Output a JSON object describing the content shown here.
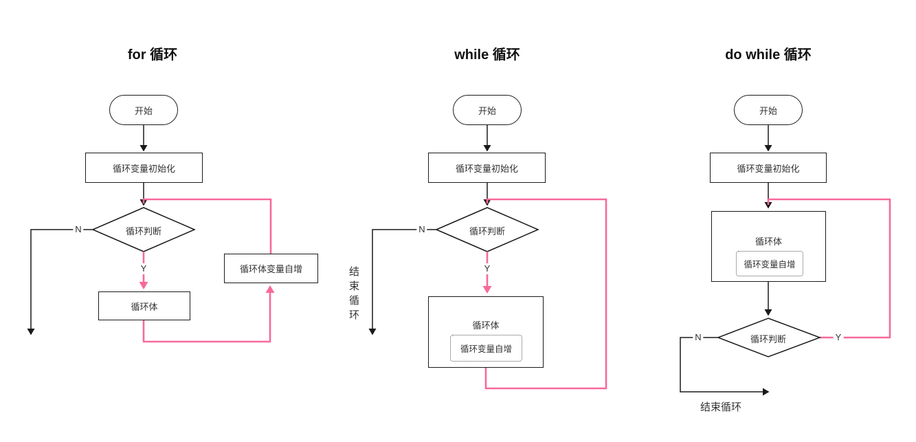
{
  "colors": {
    "line": "#1a1a1a",
    "loop_accent_pink": "#f7699c",
    "text": "#333333",
    "background": "#ffffff"
  },
  "charts": [
    {
      "id": "for-loop",
      "title": "for 循环",
      "nodes": {
        "start": "开始",
        "init": "循环变量初始化",
        "condition": "循环判断",
        "body": "循环体",
        "increment": "循环体变量自增"
      },
      "branches": {
        "no": "N",
        "yes": "Y"
      },
      "edges": [
        [
          "start",
          "init"
        ],
        [
          "init",
          "condition"
        ],
        [
          "condition:N",
          "exit-left-down"
        ],
        [
          "condition:Y",
          "body"
        ],
        [
          "body",
          "increment"
        ],
        [
          "increment",
          "condition"
        ]
      ]
    },
    {
      "id": "while-loop",
      "title": "while 循环",
      "nodes": {
        "start": "开始",
        "init": "循环变量初始化",
        "condition": "循环判断",
        "body": "循环体",
        "increment": "循环变量自增"
      },
      "branches": {
        "no": "N",
        "yes": "Y"
      },
      "annotations": {
        "end_loop": "结束循环"
      },
      "edges": [
        [
          "start",
          "init"
        ],
        [
          "init",
          "condition"
        ],
        [
          "condition:N",
          "exit-down"
        ],
        [
          "condition:Y",
          "body"
        ],
        [
          "body",
          "condition"
        ]
      ]
    },
    {
      "id": "do-while-loop",
      "title": "do while 循环",
      "nodes": {
        "start": "开始",
        "init": "循环变量初始化",
        "body": "循环体",
        "increment": "循环变量自增",
        "condition": "循环判断"
      },
      "branches": {
        "no": "N",
        "yes": "Y"
      },
      "annotations": {
        "end_loop": "结束循环"
      },
      "edges": [
        [
          "start",
          "init"
        ],
        [
          "init",
          "body"
        ],
        [
          "body",
          "condition"
        ],
        [
          "condition:Y",
          "body"
        ],
        [
          "condition:N",
          "exit-right"
        ]
      ]
    }
  ]
}
